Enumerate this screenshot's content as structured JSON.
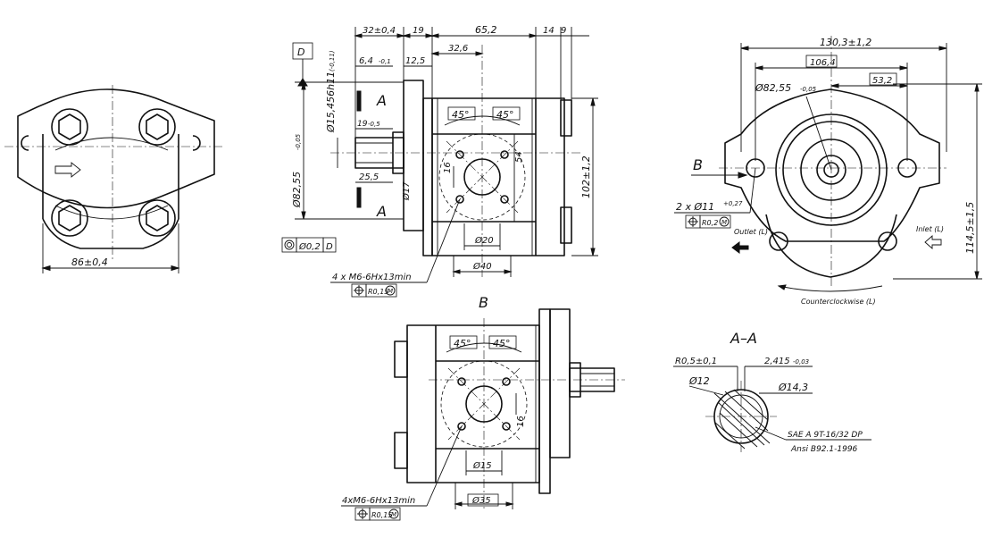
{
  "views": {
    "b_label": "B",
    "b_arrow_label": "B",
    "a_label_top": "A",
    "a_label_bottom": "A",
    "section_label": "A–A",
    "datum_d": "D"
  },
  "left_view": {
    "width_dim": "86±0,4"
  },
  "side_view": {
    "dim_32": "32±0,4",
    "dim_19": "19",
    "dim_65": "65,2",
    "dim_14": "14",
    "dim_9": "9",
    "dim_32_6": "32,6",
    "dim_12_5": "12,5",
    "dim_6_4": "6,4",
    "dim_6_4_tol": "-0,1",
    "dim_19_05": "19",
    "dim_19_05_tol": "-0,5",
    "dim_25_5": "25,5",
    "dim_16": "16",
    "dim_54": "54",
    "dim_102": "102±1,2",
    "dim_d17": "Ø17",
    "dim_d20": "Ø20",
    "dim_d40": "Ø40",
    "dim_shaft": "Ø15,456h11",
    "dim_shaft_tol": "(-0,11)",
    "dim_pilot": "Ø82,55",
    "dim_pilot_tol": "-0,05",
    "angle_left": "45°",
    "angle_right": "45°",
    "concentricity_tol": "Ø0,2",
    "concentricity_ref": "D",
    "thread_note": "4 x M6-6Hx13min",
    "thread_pos_tol": "R0,15",
    "thread_pos_mod": "M"
  },
  "front_view": {
    "dim_130": "130,3±1,2",
    "dim_106": "106,4",
    "dim_53": "53,2",
    "dim_pilot": "Ø82,55",
    "dim_pilot_tol": "-0,05",
    "dim_holes": "2 x Ø11",
    "dim_holes_tol": "+0,27",
    "holes_pos_tol": "R0,2",
    "holes_pos_mod": "M",
    "dim_114": "114,5±1,5",
    "outlet": "Outlet (L)",
    "inlet": "Inlet (L)",
    "rotation": "Counterclockwise (L)"
  },
  "bottom_view": {
    "angle_left": "45°",
    "angle_right": "45°",
    "dim_16": "16",
    "dim_d15": "Ø15",
    "dim_d35": "Ø35",
    "thread_note": "4xM6-6Hx13min",
    "thread_pos_tol": "R0,15",
    "thread_pos_mod": "M"
  },
  "section_view": {
    "radius": "R0,5±0,1",
    "dim_2415": "2,415",
    "dim_2415_tol": "-0,03",
    "dim_d12": "Ø12",
    "dim_d14": "Ø14,3",
    "spline": "SAE A 9T-16/32 DP",
    "standard": "Ansi B92.1-1996"
  }
}
